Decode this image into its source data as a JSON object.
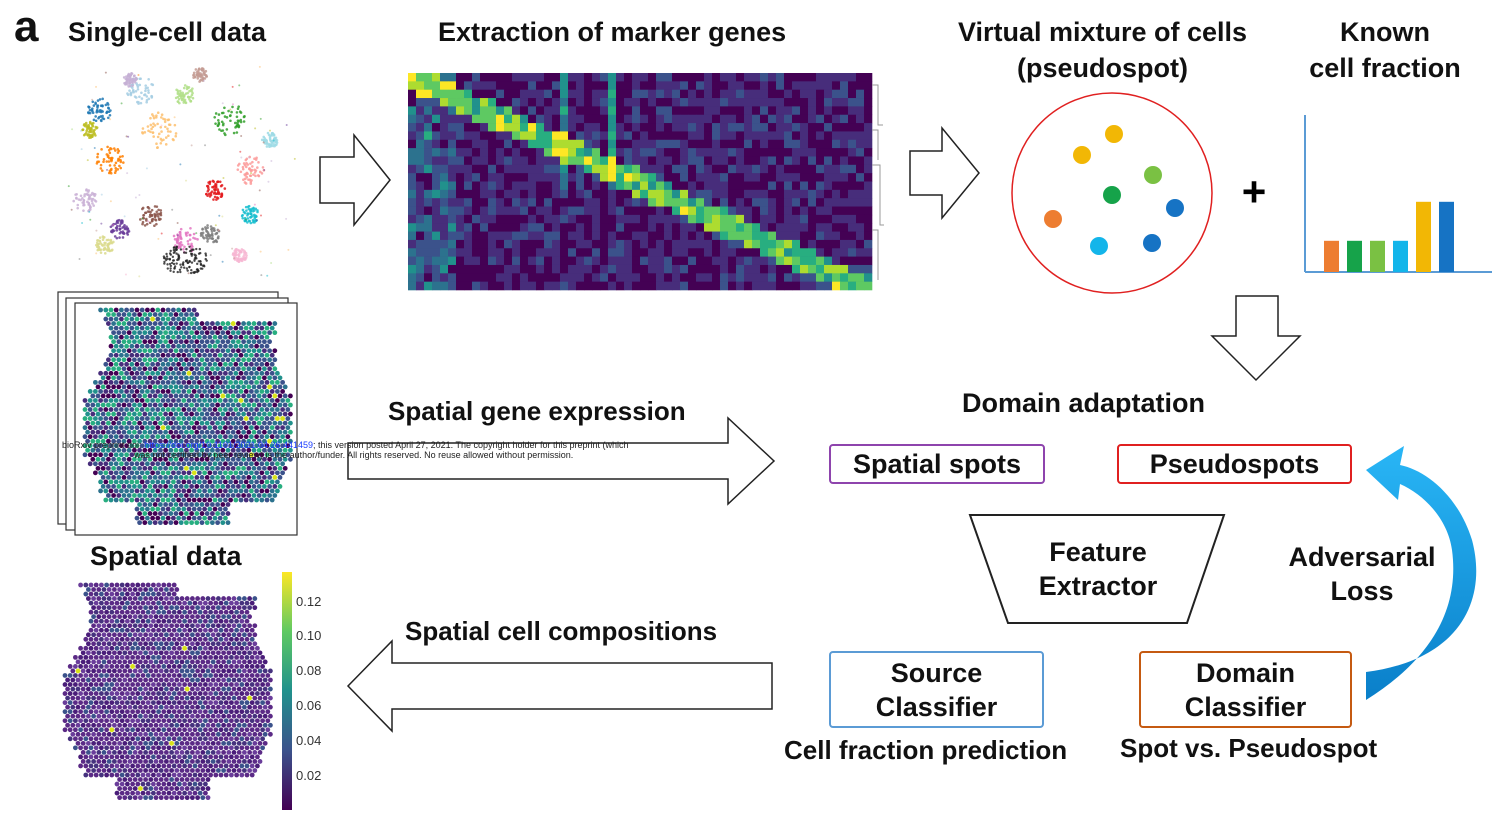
{
  "panel_letter": "a",
  "titles": {
    "single_cell": "Single-cell data",
    "marker_genes": "Extraction of marker genes",
    "virtual_mixture_line1": "Virtual mixture of cells",
    "virtual_mixture_line2": "(pseudospot)",
    "known_fraction_line1": "Known",
    "known_fraction_line2": "cell fraction",
    "domain_adaptation": "Domain adaptation",
    "spatial_gene_expression": "Spatial gene expression",
    "spatial_data": "Spatial data",
    "spatial_cell_compositions": "Spatial cell compositions",
    "adversarial_line1": "Adversarial",
    "adversarial_line2": "Loss",
    "cell_fraction_prediction": "Cell fraction prediction",
    "spot_vs_pseudospot": "Spot vs. Pseudospot"
  },
  "plus_sign": "+",
  "boxes": {
    "spatial_spots": "Spatial spots",
    "pseudospots": "Pseudospots",
    "feature_extractor_line1": "Feature",
    "feature_extractor_line2": "Extractor",
    "source_classifier_line1": "Source",
    "source_classifier_line2": "Classifier",
    "domain_classifier_line1": "Domain",
    "domain_classifier_line2": "Classifier"
  },
  "colors": {
    "spatial_spots_border": "#8e44ad",
    "pseudospots_border": "#e02020",
    "source_classifier_border": "#5b9bd5",
    "domain_classifier_border": "#c55a11",
    "circle_border": "#e02020",
    "adversarial_arrow": "#1aa3e0"
  },
  "colorbar_ticks": [
    "0.12",
    "0.10",
    "0.08",
    "0.06",
    "0.04",
    "0.02"
  ],
  "notice": {
    "prefix": "bioRxiv preprint doi:",
    "doi": "https://doi.org/10.1101/2021.04.26.441459",
    "suffix": "; this version posted April 27, 2021. The copyright holder for this preprint (which",
    "line2": "was not certified by peer review) is the author/funder. All rights reserved. No reuse allowed without permission."
  },
  "bar_chart": {
    "values": [
      0.2,
      0.2,
      0.2,
      0.2,
      0.45,
      0.45
    ],
    "colors": [
      "#ed7d31",
      "#16a34a",
      "#7ac143",
      "#13b5ea",
      "#f2b705",
      "#1673c4"
    ]
  },
  "pseudospot_dots": {
    "colors": [
      "#f2b705",
      "#f2b705",
      "#7ac143",
      "#16a34a",
      "#ed7d31",
      "#1673c4",
      "#13b5ea",
      "#1673c4"
    ]
  }
}
